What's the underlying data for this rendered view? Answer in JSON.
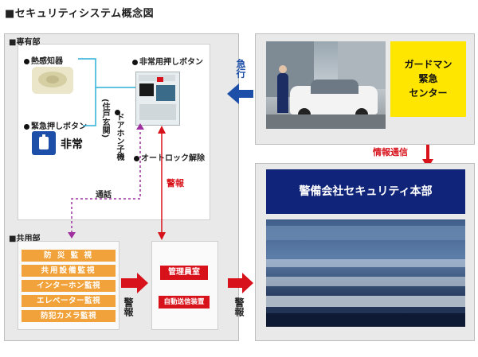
{
  "title": "■セキュリティシステム概念図",
  "private": {
    "header": "■専有部",
    "heat_sensor": "熱感知器",
    "emergency_button": "緊急押しボタン",
    "emergency_sign": "非常",
    "panic_button": "非常用押しボタン",
    "door_phone_main": "ドアホン子機",
    "door_phone_sub": "(住戸玄関)",
    "autolock": "オートロック解除"
  },
  "call_label": "通話",
  "alarm_label_1": "警報",
  "alarm_label_2": "警報",
  "alarm_label_3": "警報",
  "common": {
    "header": "■共用部",
    "items": [
      "防 災 監 視",
      "共用設備監視",
      "インターホン監視",
      "エレベーター監視",
      "防犯カメラ監視"
    ]
  },
  "management": {
    "room": "管理員室",
    "device": "自動送信装置"
  },
  "rush_label": "急行",
  "info_comm": "情報通信",
  "guardman": {
    "line1": "ガードマン",
    "line2": "緊急",
    "line3": "センター"
  },
  "hq_title": "警備会社セキュリティ本部",
  "colors": {
    "accent_red": "#d8121b",
    "navy": "#10257a",
    "yellow": "#ffe600",
    "orange": "#f2a23a",
    "call_purple": "#a030a0",
    "cyan_line": "#2ab0d8"
  }
}
